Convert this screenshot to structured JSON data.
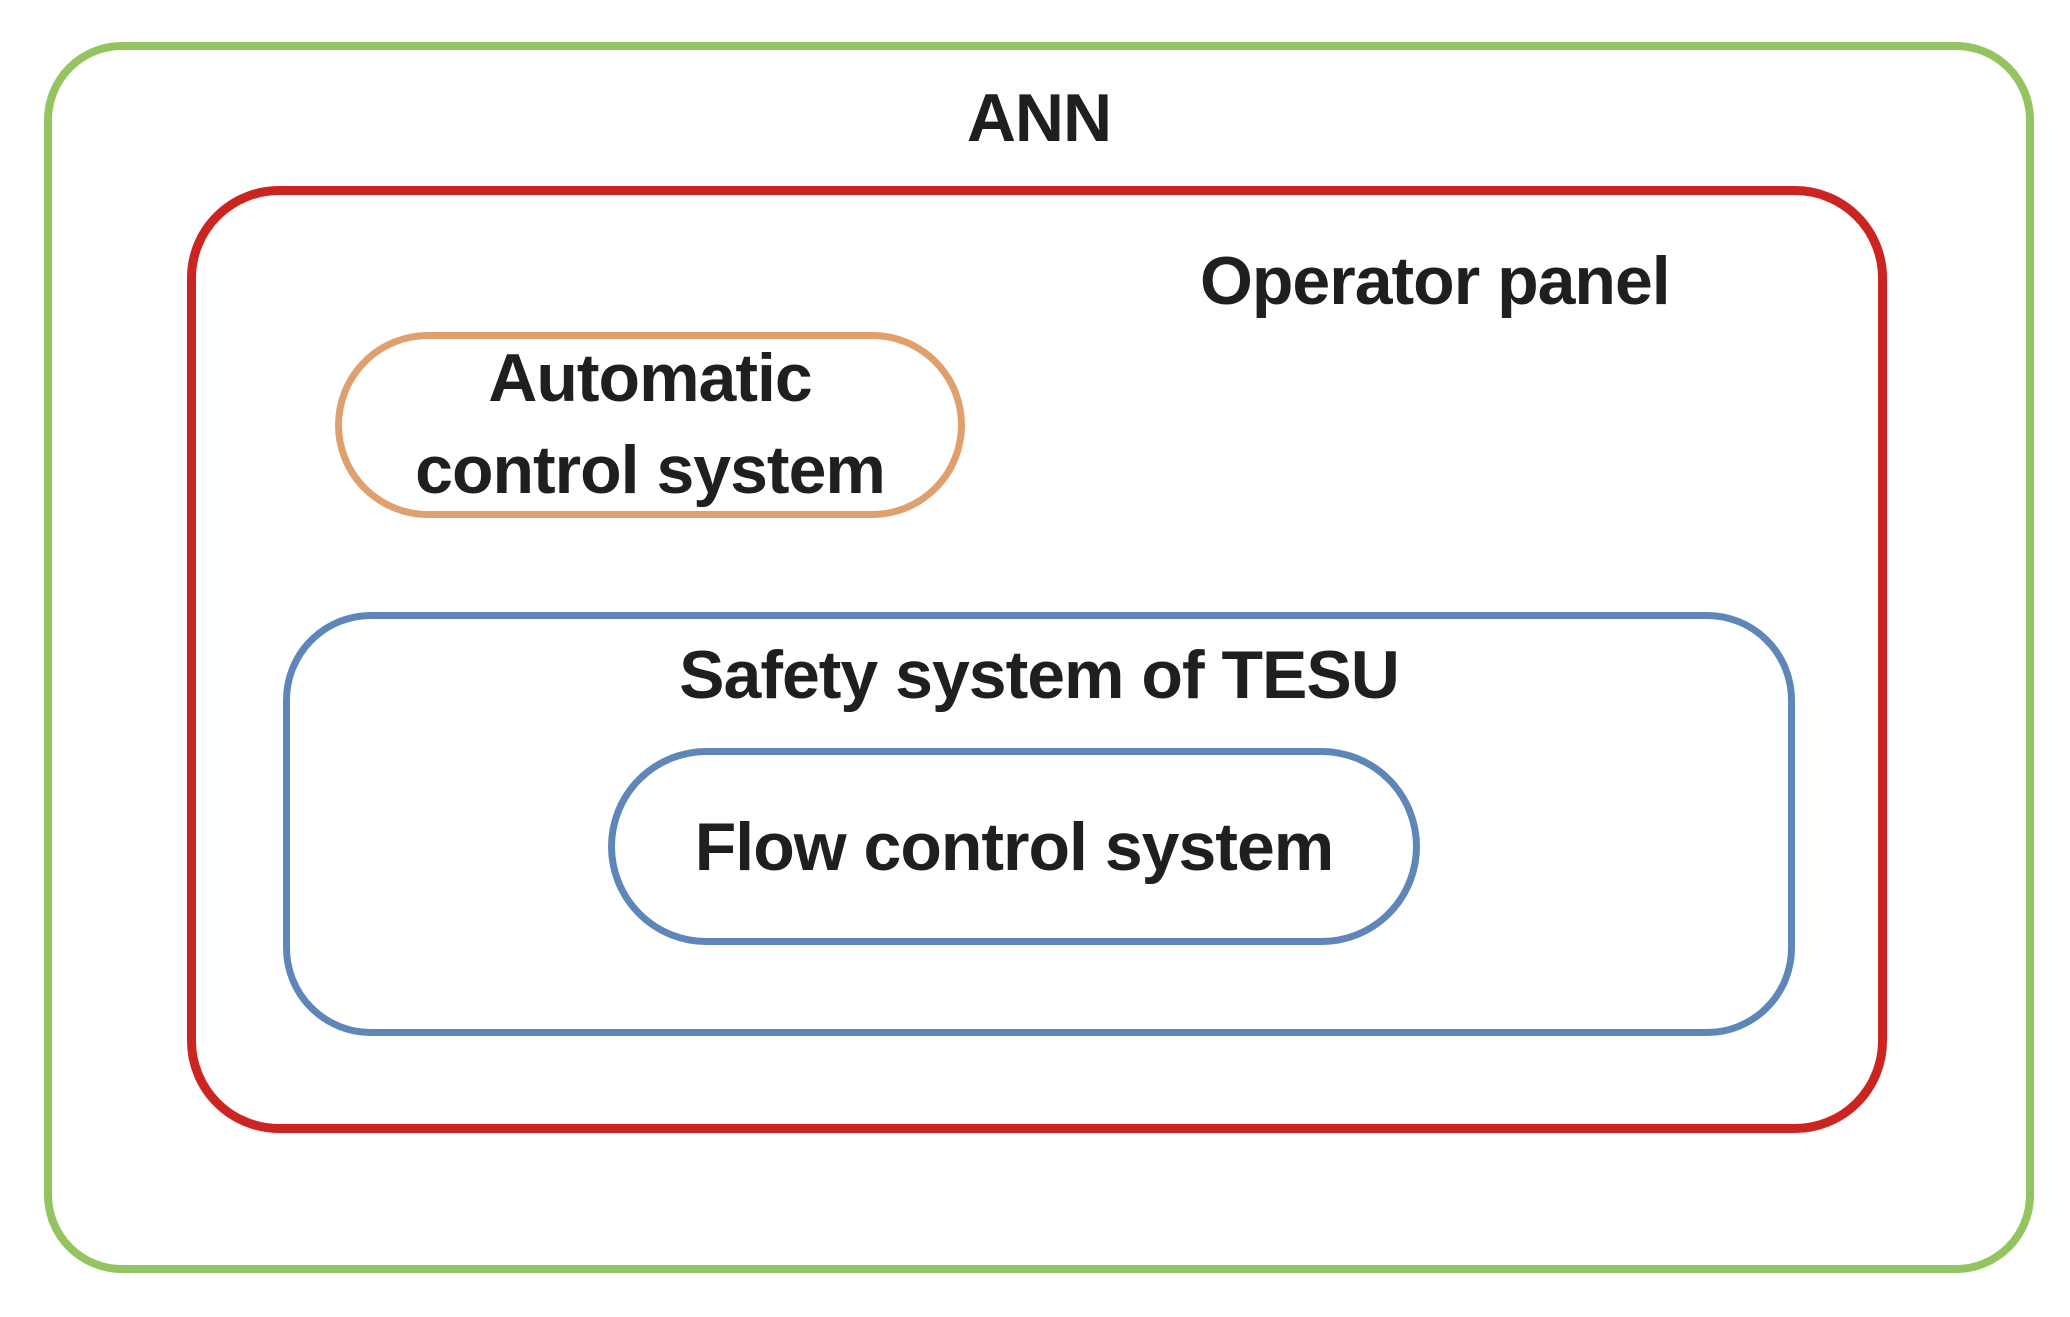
{
  "colors": {
    "green": "#94C45F",
    "red": "#CC2420",
    "orange": "#DFA06E",
    "blue": "#5E86B8",
    "text": "#1F1F1F"
  },
  "diagram": {
    "ann": {
      "label": "ANN"
    },
    "operator_panel": {
      "label": "Operator panel"
    },
    "automatic_control_system": {
      "lines": [
        "Automatic",
        "control system"
      ]
    },
    "safety_system": {
      "label": "Safety system of TESU"
    },
    "flow_control_system": {
      "label": "Flow control system"
    }
  }
}
